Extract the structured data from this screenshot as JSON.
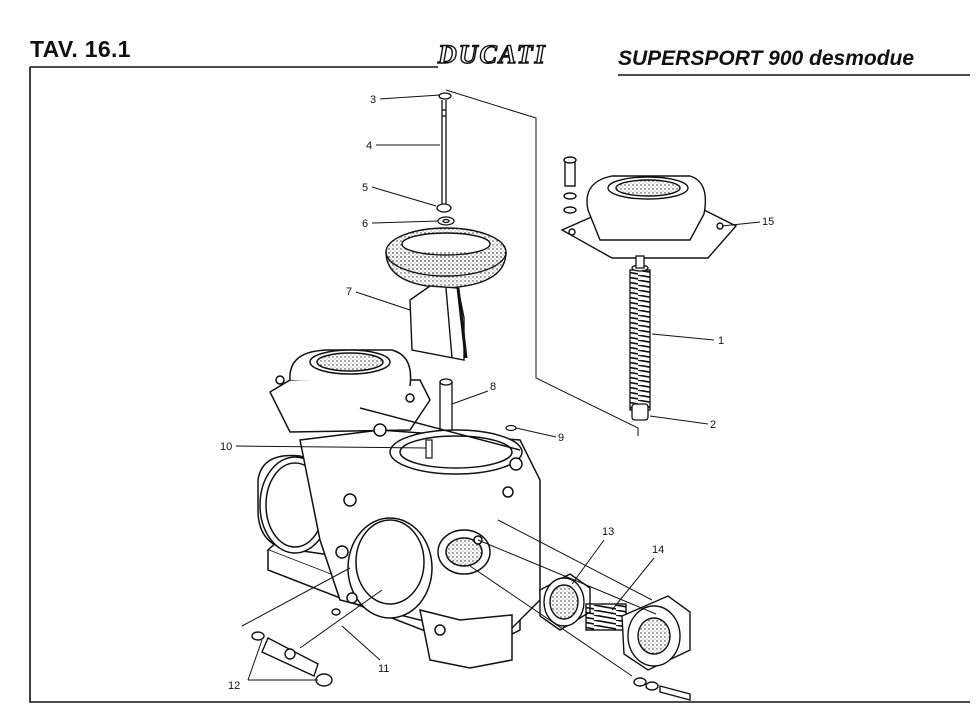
{
  "header": {
    "table_number": "TAV. 16.1",
    "brand": "DUCATI",
    "model": "SUPERSPORT 900 desmodue"
  },
  "callouts": [
    "1",
    "2",
    "3",
    "4",
    "5",
    "6",
    "7",
    "8",
    "9",
    "10",
    "11",
    "12",
    "13",
    "14",
    "15"
  ]
}
